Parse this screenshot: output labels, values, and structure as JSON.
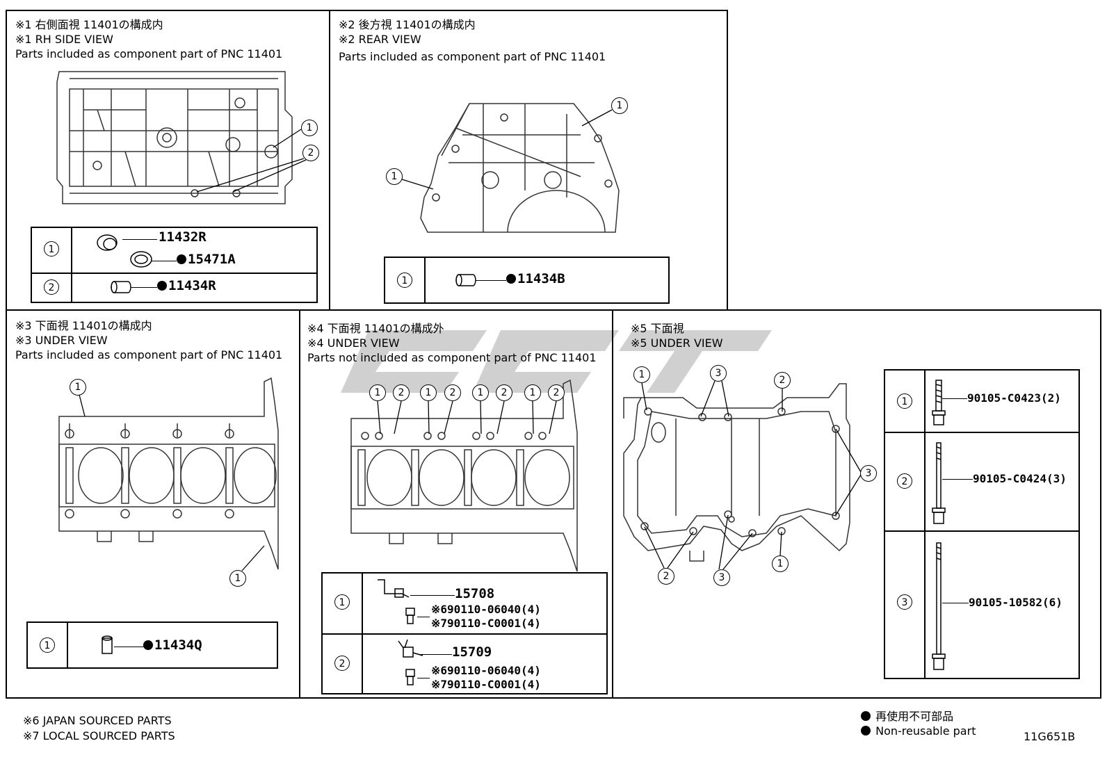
{
  "panel1": {
    "title_jp": "※1 右側面視 11401の構成内",
    "title_en": "※1 RH SIDE VIEW",
    "subtitle": "Parts included as component part of PNC 11401",
    "callouts": [
      "1",
      "2"
    ],
    "rows": [
      {
        "index": "1",
        "parts": [
          "11432R",
          "15471A"
        ]
      },
      {
        "index": "2",
        "parts": [
          "11434R"
        ]
      }
    ]
  },
  "panel2": {
    "title_jp": "※2 後方視 11401の構成内",
    "title_en": "※2 REAR VIEW",
    "subtitle": "Parts included as component part of PNC 11401",
    "callouts": [
      "1",
      "1"
    ],
    "rows": [
      {
        "index": "1",
        "parts": [
          "11434B"
        ]
      }
    ]
  },
  "panel3": {
    "title_jp": "※3 下面視 11401の構成内",
    "title_en": "※3 UNDER VIEW",
    "subtitle": "Parts included as component part of PNC 11401",
    "callouts": [
      "1",
      "1"
    ],
    "rows": [
      {
        "index": "1",
        "parts": [
          "11434Q"
        ]
      }
    ]
  },
  "panel4": {
    "title_jp": "※4 下面視 11401の構成外",
    "title_en": "※4 UNDER VIEW",
    "subtitle": "Parts not included as component part of PNC 11401",
    "callouts": [
      "1",
      "2",
      "1",
      "2",
      "1",
      "2",
      "1",
      "2"
    ],
    "rows": [
      {
        "index": "1",
        "part": "15708",
        "sub": [
          "※690110-06040(4)",
          "※790110-C0001(4)"
        ]
      },
      {
        "index": "2",
        "part": "15709",
        "sub": [
          "※690110-06040(4)",
          "※790110-C0001(4)"
        ]
      }
    ]
  },
  "panel5": {
    "title_jp": "※5 下面視",
    "title_en": "※5 UNDER VIEW",
    "callouts": [
      "1",
      "3",
      "2",
      "3",
      "2",
      "3",
      "1"
    ],
    "rows": [
      {
        "index": "1",
        "part": "90105-C0423(2)"
      },
      {
        "index": "2",
        "part": "90105-C0424(3)"
      },
      {
        "index": "3",
        "part": "90105-10582(6)"
      }
    ]
  },
  "footer": {
    "note6": "※6 JAPAN SOURCED PARTS",
    "note7": "※7 LOCAL SOURCED PARTS",
    "legend_jp": "再使用不可部品",
    "legend_en": "Non-reusable part",
    "diagram_code": "11G651B"
  },
  "colors": {
    "line": "#000000",
    "drawing": "#333333",
    "watermark": "#c8c8c8"
  }
}
